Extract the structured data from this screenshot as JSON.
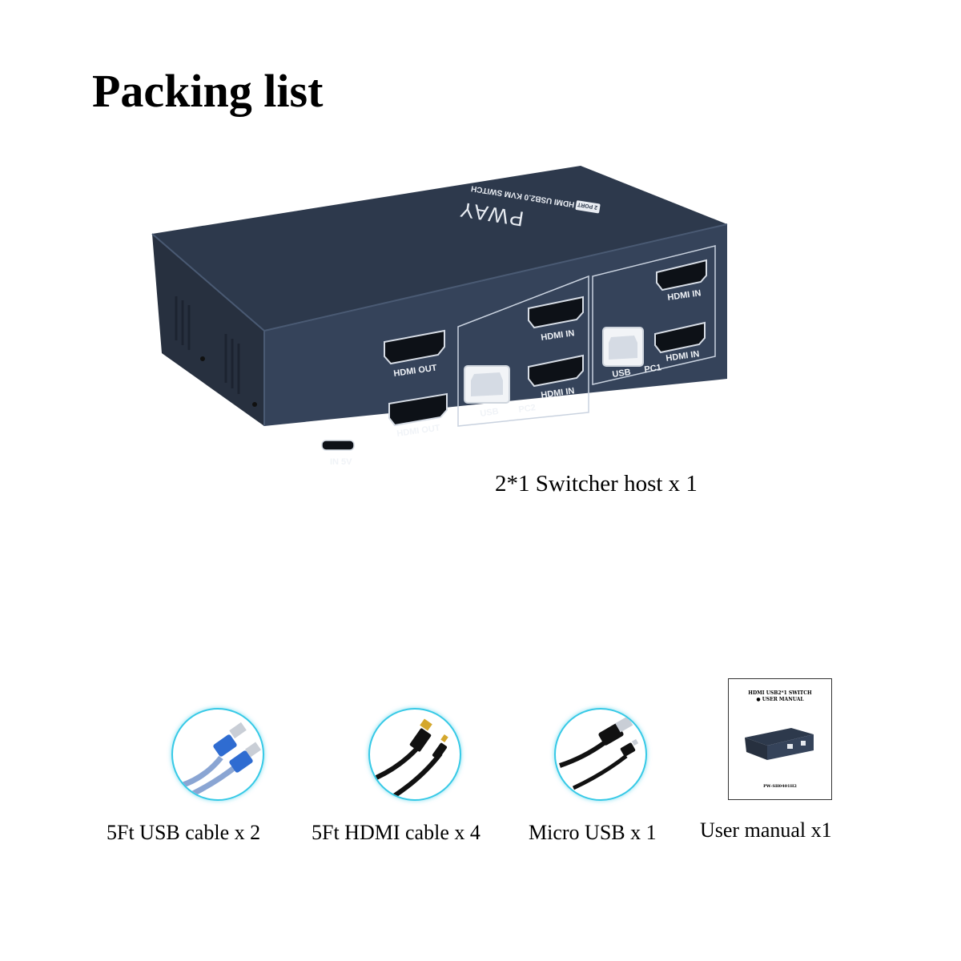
{
  "title": "Packing list",
  "device": {
    "brand": "PWAY",
    "model_label": "HDMI USB2.0 KVM SWITCH",
    "port_badge": "2 PORT",
    "ports": {
      "hdmi_out": "HDMI OUT",
      "hdmi_in": "HDMI IN",
      "usb": "USB",
      "pc1": "PC1",
      "pc2": "PC2",
      "power": "IN 5V"
    },
    "color": "#2e3a4e"
  },
  "host_caption": "2*1 Switcher host x 1",
  "items": [
    {
      "caption": "5Ft USB cable x 2",
      "icon": "usb-cable-icon"
    },
    {
      "caption": "5Ft HDMI cable x 4",
      "icon": "hdmi-cable-icon"
    },
    {
      "caption": "Micro USB x 1",
      "icon": "micro-usb-cable-icon"
    },
    {
      "caption": "User manual x1",
      "icon": "user-manual-icon"
    }
  ],
  "manual": {
    "line1": "HDMI USB2*1 SWITCH",
    "line2": "● USER MANUAL",
    "model": "PW-SH0401H2"
  },
  "accent_color": "#36c9e6"
}
